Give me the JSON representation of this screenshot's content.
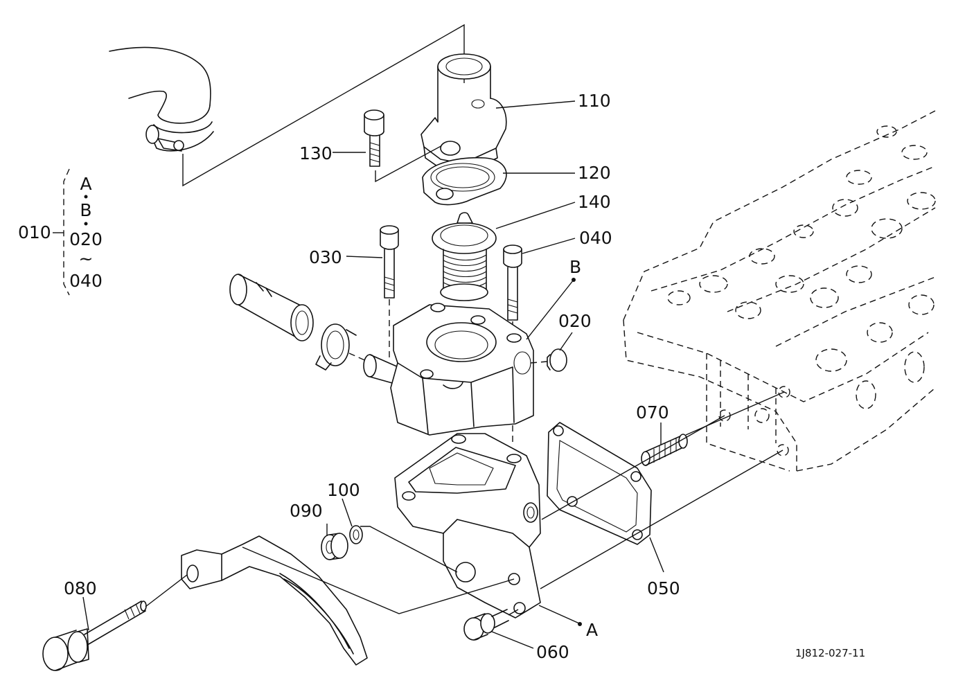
{
  "labels": {
    "p010": "010",
    "p020": "020",
    "p030": "030",
    "p040": "040",
    "p050": "050",
    "p060": "060",
    "p070": "070",
    "p080": "080",
    "p090": "090",
    "p100": "100",
    "p110": "110",
    "p120": "120",
    "p130": "130",
    "p140": "140",
    "ref_a": "A",
    "ref_b": "B"
  },
  "kit_bracket": {
    "line1": "A",
    "line2": "B",
    "line3": "020",
    "tilde": "~",
    "line4": "040"
  },
  "drawing_code": "1J812-027-11"
}
